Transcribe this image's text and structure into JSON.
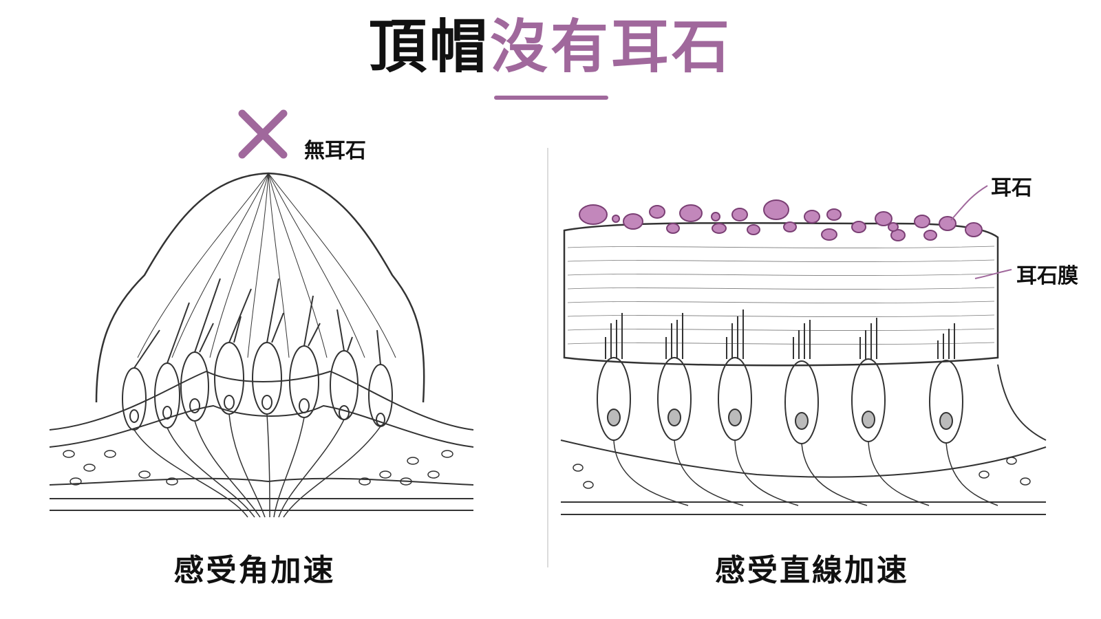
{
  "title": {
    "part1": "頂帽",
    "part2": "沒有耳石"
  },
  "left_panel": {
    "mark_label": "無耳石",
    "caption": "感受角加速"
  },
  "right_panel": {
    "otolith_label": "耳石",
    "membrane_label": "耳石膜",
    "caption": "感受直線加速"
  },
  "colors": {
    "accent": "#a0689c",
    "otolith_fill": "#c287bb",
    "ink": "#111111"
  },
  "icons": {
    "mark": "x-mark-icon"
  }
}
